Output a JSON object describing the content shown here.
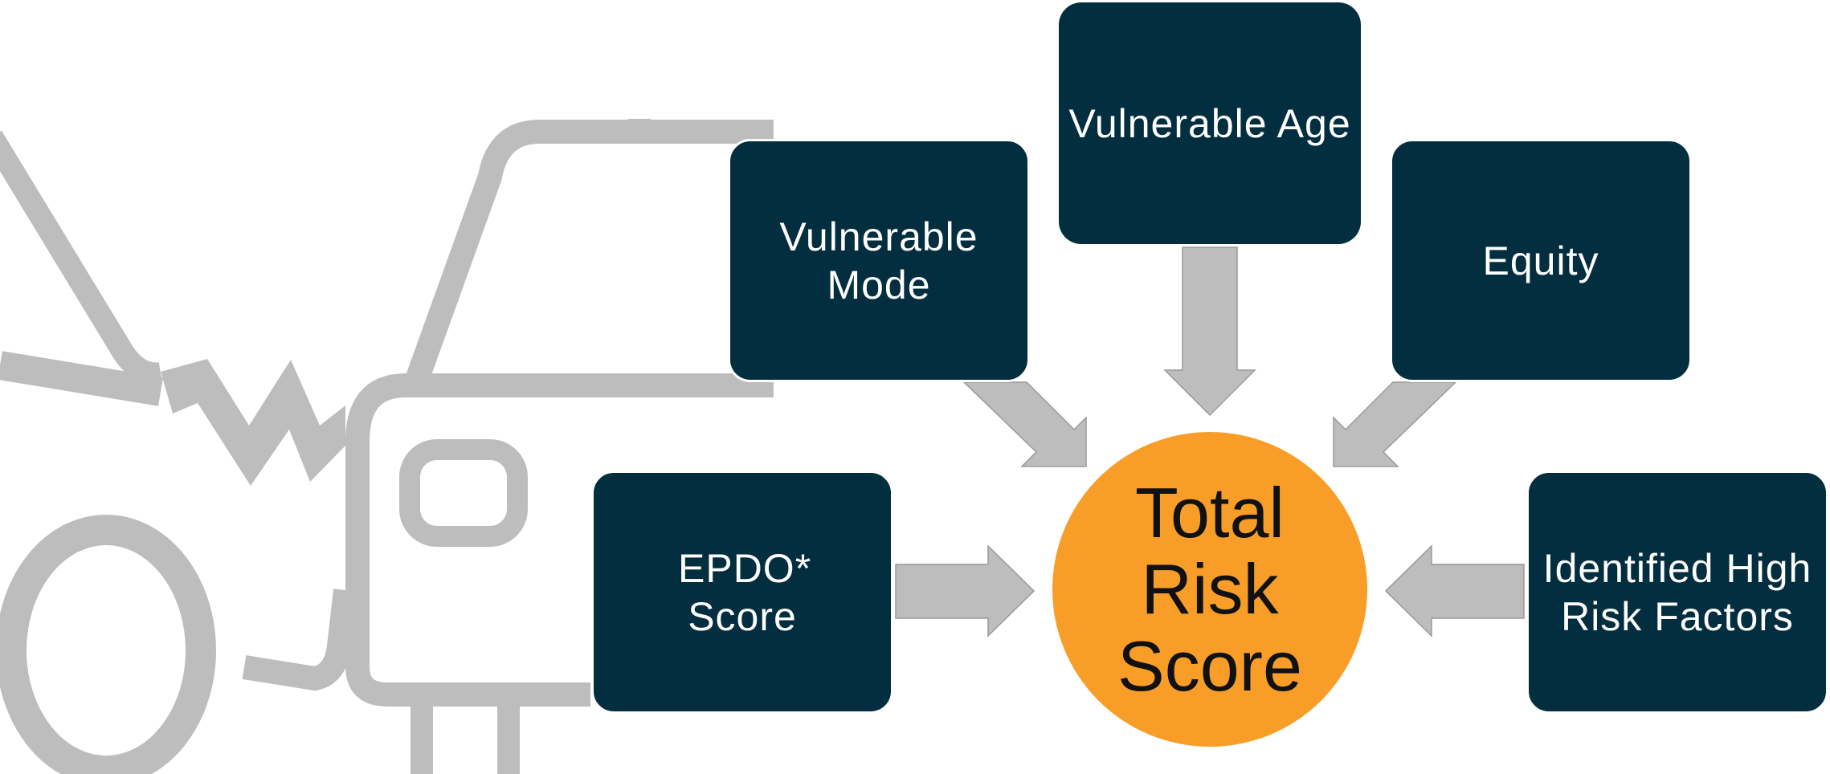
{
  "diagram": {
    "center": {
      "label": "Total Risk Score",
      "color": "#f89e28"
    },
    "inputs": [
      {
        "id": "vulnerable-mode",
        "label": "Vulnerable Mode"
      },
      {
        "id": "vulnerable-age",
        "label": "Vulnerable Age"
      },
      {
        "id": "equity",
        "label": "Equity"
      },
      {
        "id": "epdo-score",
        "label": "EPDO* Score"
      },
      {
        "id": "high-risk-factors",
        "label": "Identified High Risk Factors"
      }
    ],
    "box_color": "#022e3f",
    "arrow_color": "#bdbdbd",
    "background_icon": "car-crash-icon"
  }
}
